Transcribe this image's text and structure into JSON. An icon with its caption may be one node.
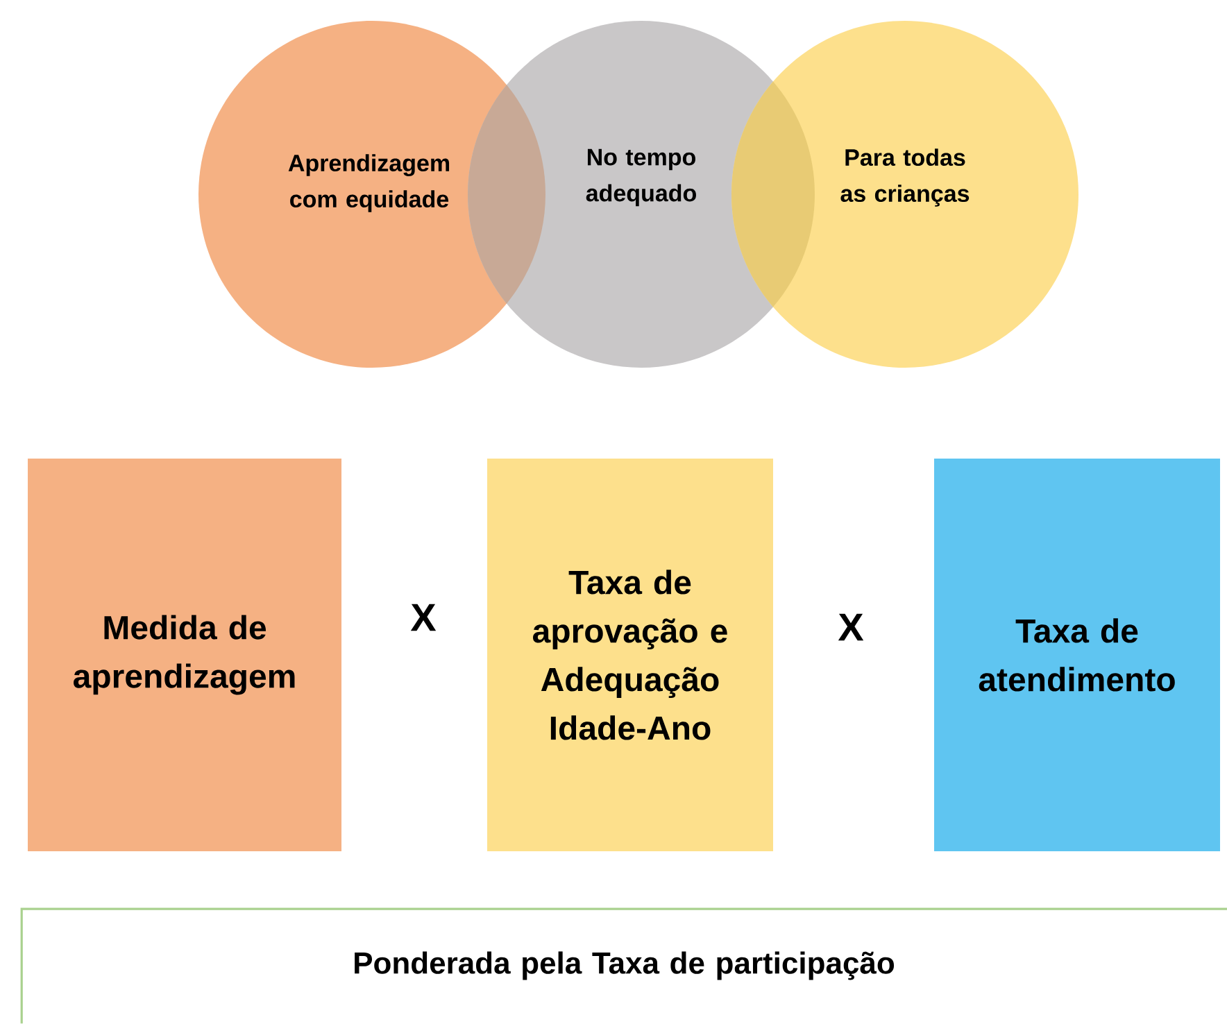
{
  "diagram": {
    "nodes": [
      {
        "text": [
          "Aprendizagem com equidade"
        ]
      },
      {
        "text": [
          "No tempo adequado"
        ]
      },
      {
        "text": [
          "Para todas as crianças"
        ]
      },
      {
        "text": [
          "Medida de aprendizagem"
        ]
      },
      {
        "text": [
          "Taxa de aprovação e Adequação Idade-Ano"
        ]
      },
      {
        "text": [
          "Taxa de atendimento"
        ]
      },
      {
        "text": [
          "Ponderada pela Taxa de participação"
        ]
      }
    ],
    "labels": [
      "X",
      "X"
    ]
  }
}
